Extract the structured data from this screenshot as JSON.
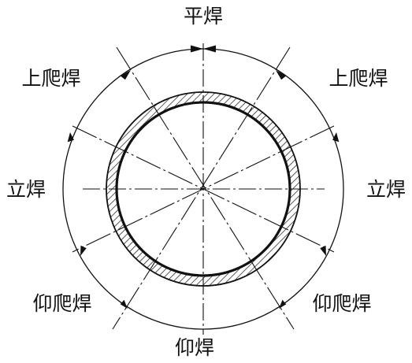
{
  "labels": {
    "top": "平焊",
    "upper_left": "上爬焊",
    "upper_right": "上爬焊",
    "left": "立焊",
    "right": "立焊",
    "lower_left": "仰爬焊",
    "lower_right": "仰爬焊",
    "bottom": "仰焊"
  },
  "colors": {
    "line": "#111111",
    "background": "#ffffff"
  }
}
